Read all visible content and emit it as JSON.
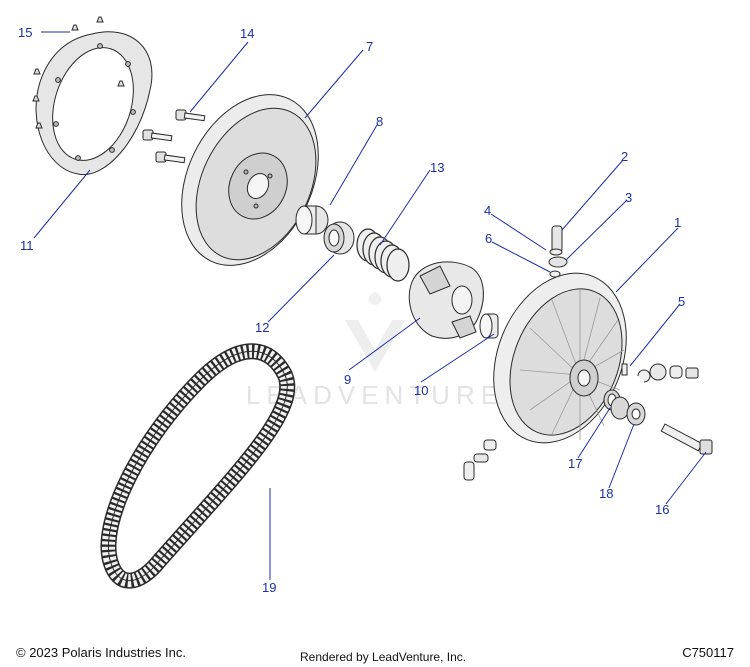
{
  "watermark": "LEADVENTURE",
  "callouts": [
    {
      "id": "1",
      "label": "1"
    },
    {
      "id": "2",
      "label": "2"
    },
    {
      "id": "3",
      "label": "3"
    },
    {
      "id": "4",
      "label": "4"
    },
    {
      "id": "5",
      "label": "5"
    },
    {
      "id": "6",
      "label": "6"
    },
    {
      "id": "7",
      "label": "7"
    },
    {
      "id": "8",
      "label": "8"
    },
    {
      "id": "9",
      "label": "9"
    },
    {
      "id": "10",
      "label": "10"
    },
    {
      "id": "11",
      "label": "11"
    },
    {
      "id": "12",
      "label": "12"
    },
    {
      "id": "13",
      "label": "13"
    },
    {
      "id": "14",
      "label": "14"
    },
    {
      "id": "15",
      "label": "15"
    },
    {
      "id": "16",
      "label": "16"
    },
    {
      "id": "17",
      "label": "17"
    },
    {
      "id": "18",
      "label": "18"
    },
    {
      "id": "19",
      "label": "19"
    }
  ],
  "footer": {
    "copyright": "© 2023 Polaris Industries Inc.",
    "rendered_by": "Rendered by LeadVenture, Inc.",
    "diagram_code": "C750117"
  },
  "colors": {
    "callout": "#1a2fa8",
    "part_fill": "#e9e9e9",
    "part_stroke": "#2a2a2a",
    "watermark": "#e3e3e3"
  }
}
